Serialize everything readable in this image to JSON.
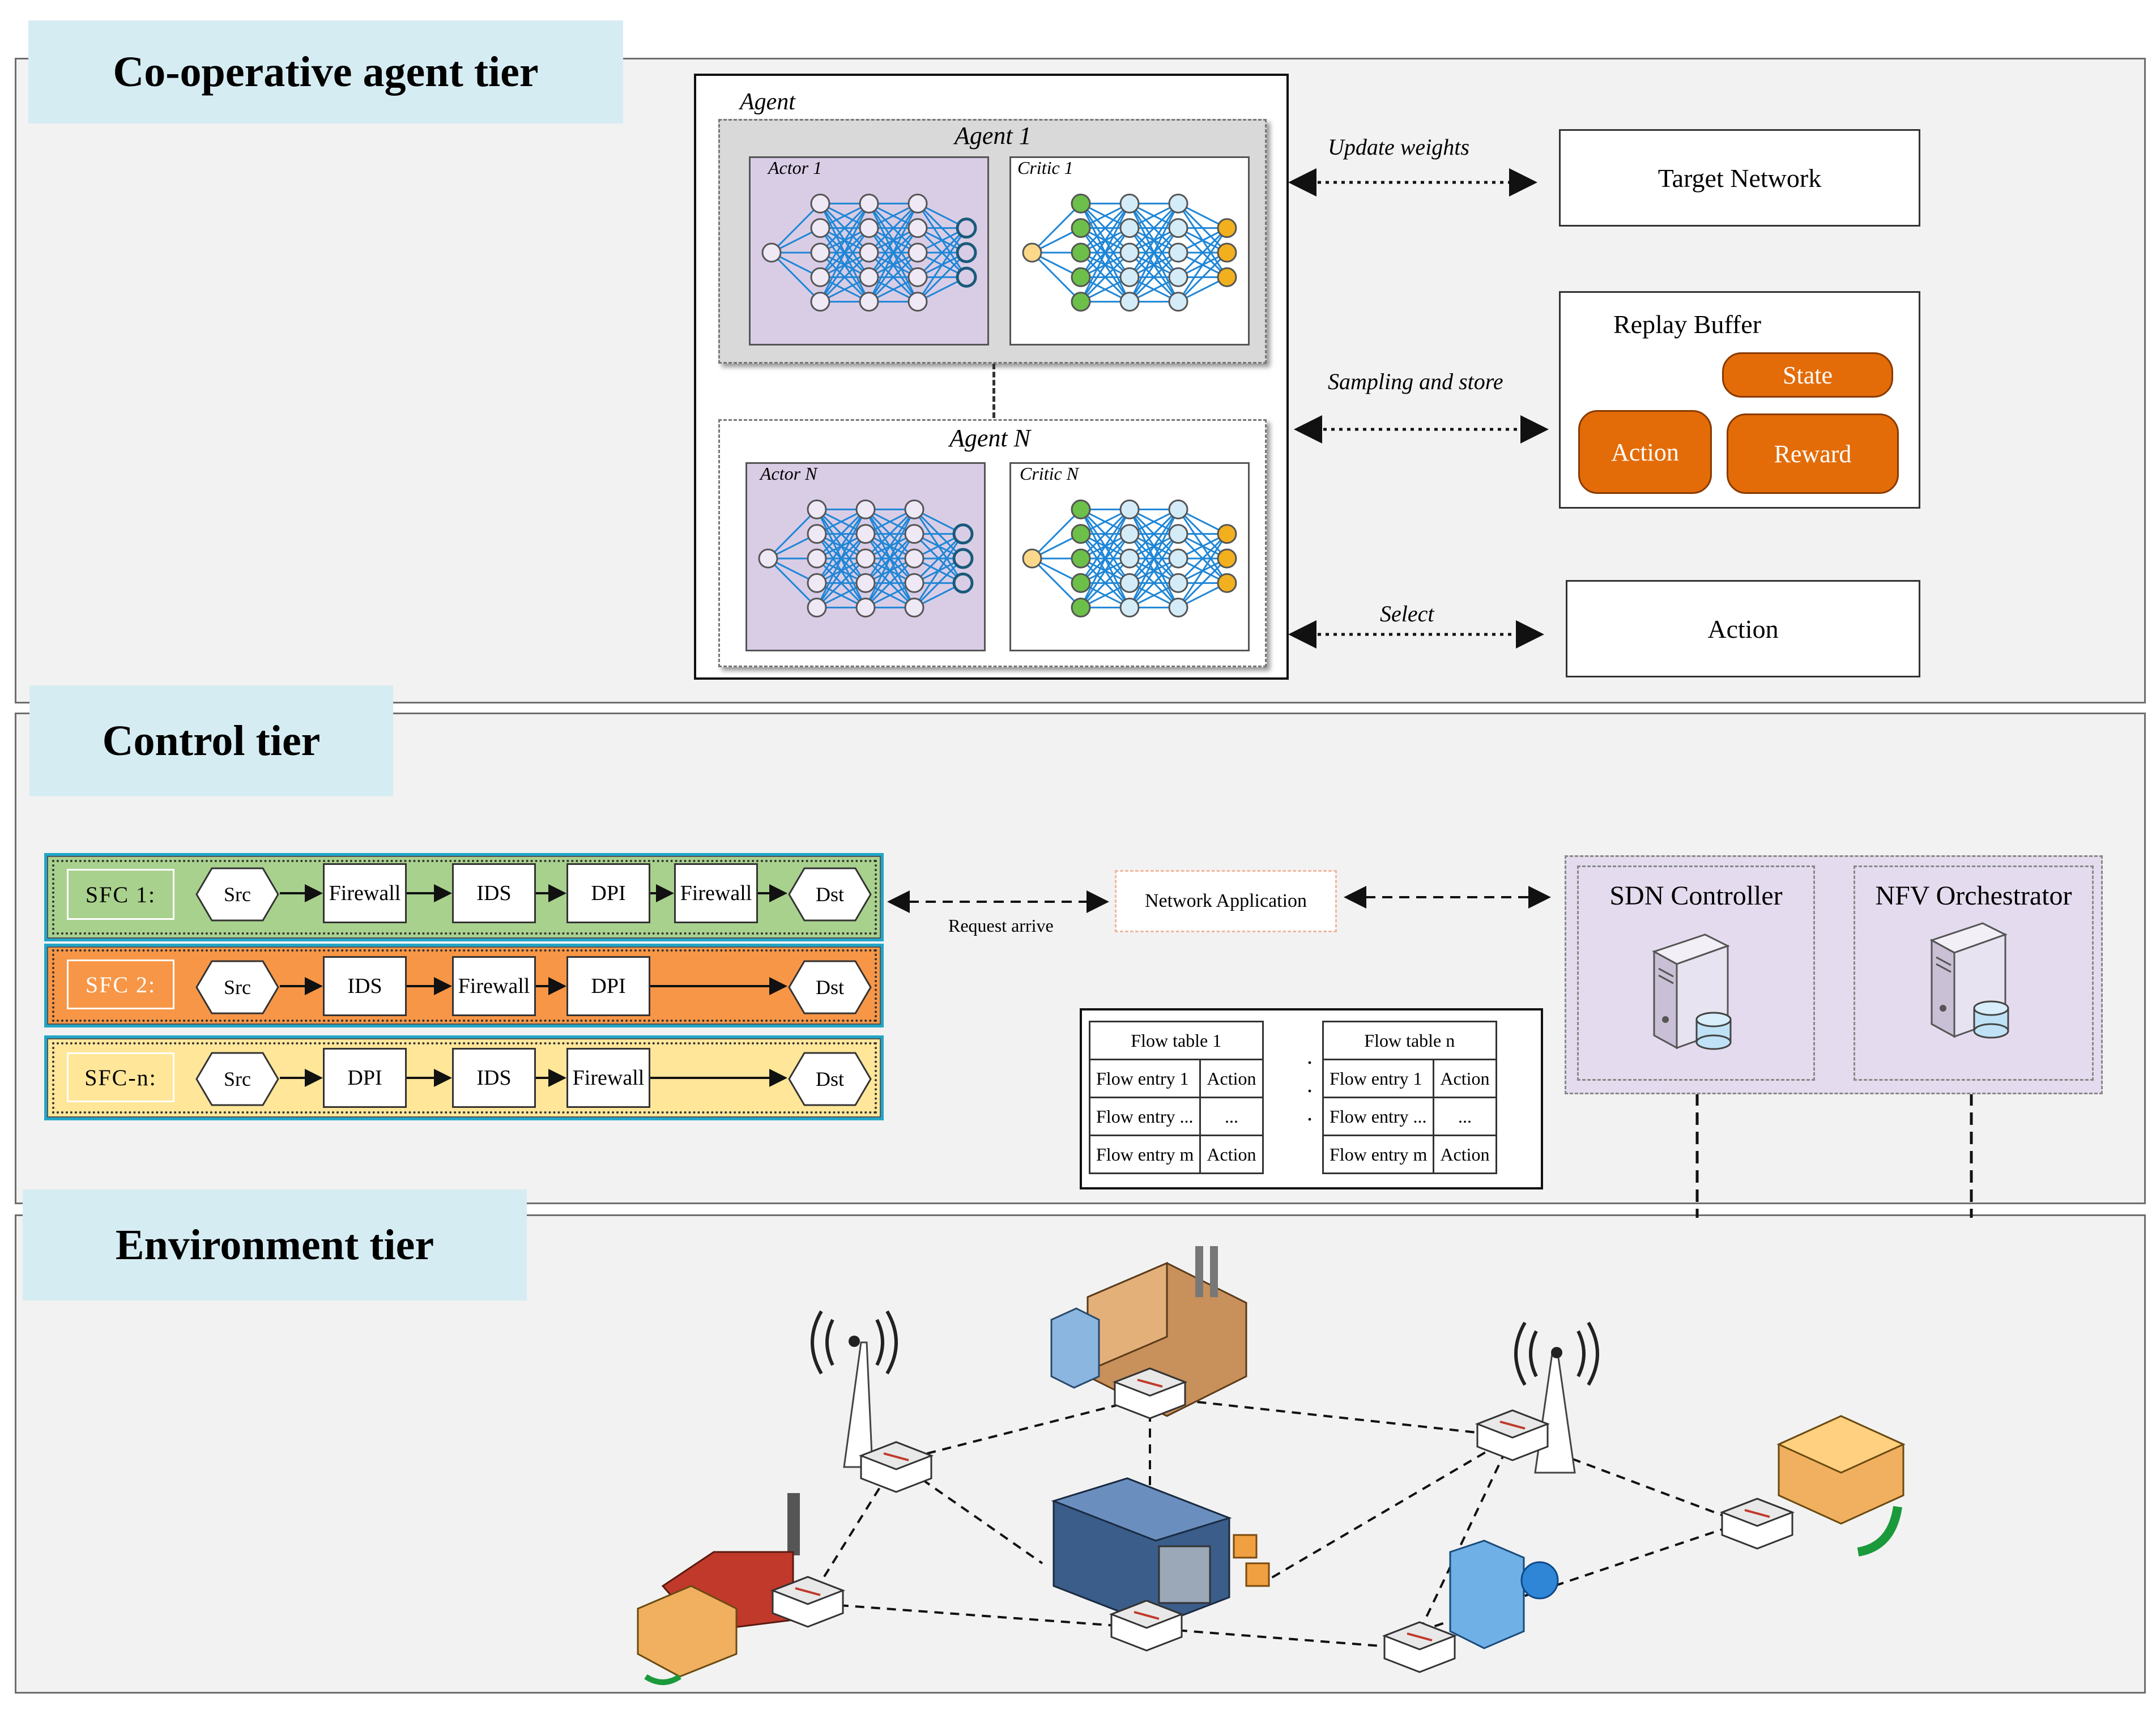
{
  "tiers": {
    "agent": "Co-operative agent tier",
    "control": "Control tier",
    "environment": "Environment tier"
  },
  "agent": {
    "outer_label": "Agent",
    "agent1": {
      "title": "Agent 1",
      "actor": "Actor 1",
      "critic": "Critic 1"
    },
    "agentN": {
      "title": "Agent N",
      "actor": "Actor N",
      "critic": "Critic N"
    }
  },
  "links": {
    "update": "Update weights",
    "sampling": "Sampling and store",
    "select": "Select",
    "request": "Request arrive"
  },
  "target_network": "Target Network",
  "replay": {
    "title": "Replay Buffer",
    "state": "State",
    "action": "Action",
    "reward": "Reward"
  },
  "action_box": "Action",
  "sfc": [
    {
      "label": "SFC 1:",
      "nodes": [
        "Src",
        "Firewall",
        "IDS",
        "DPI",
        "Firewall",
        "Dst"
      ]
    },
    {
      "label": "SFC 2:",
      "nodes": [
        "Src",
        "IDS",
        "Firewall",
        "DPI",
        "Dst"
      ]
    },
    {
      "label": "SFC-n:",
      "nodes": [
        "Src",
        "DPI",
        "IDS",
        "Firewall",
        "Dst"
      ]
    }
  ],
  "network_application": "Network Application",
  "sdn_controller": "SDN Controller",
  "nfv_orchestrator": "NFV Orchestrator",
  "flow_tables": [
    {
      "title": "Flow table 1",
      "rows": [
        [
          "Flow entry 1",
          "Action"
        ],
        [
          "Flow entry ...",
          "..."
        ],
        [
          "Flow entry m",
          "Action"
        ]
      ]
    },
    {
      "title": "Flow table n",
      "rows": [
        [
          "Flow entry 1",
          "Action"
        ],
        [
          "Flow entry ...",
          "..."
        ],
        [
          "Flow entry m",
          "Action"
        ]
      ]
    }
  ],
  "flow_dots": ".",
  "colors": {
    "tier_label_bg": "#d6ecf3",
    "sfc1": "#a9d18e",
    "sfc2": "#f79646",
    "sfcn": "#ffe699",
    "orange": "#e36c09",
    "nn_blue": "#1f86d6",
    "actor_bg": "#d9cde6",
    "controller_bg": "#e4dcee"
  }
}
